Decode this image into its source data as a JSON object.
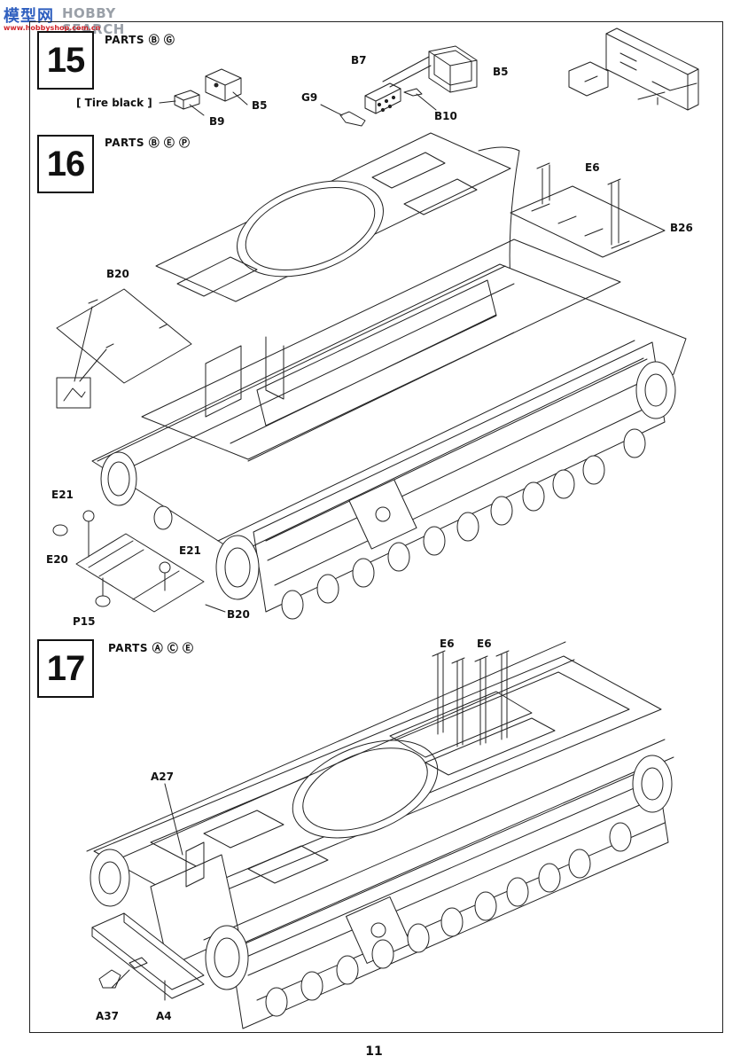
{
  "watermark": {
    "cn": "模型网",
    "en": "HOBBY SEARCH",
    "url": "www.hobbyshop.com.cn"
  },
  "steps": [
    {
      "number": "15",
      "parts_label": "PARTS Ⓑ Ⓖ"
    },
    {
      "number": "16",
      "parts_label": "PARTS Ⓑ Ⓔ Ⓟ"
    },
    {
      "number": "17",
      "parts_label": "PARTS Ⓐ Ⓒ Ⓔ"
    }
  ],
  "step15_labels": {
    "tire_black": "[ Tire black ]",
    "b5_left": "B5",
    "b9": "B9",
    "b7": "B7",
    "b5_right": "B5",
    "g9": "G9",
    "b10": "B10"
  },
  "step16_labels": {
    "b20_top": "B20",
    "e6": "E6",
    "b26": "B26",
    "e21_left": "E21",
    "e20": "E20",
    "e21_right": "E21",
    "p15": "P15",
    "b20_bottom": "B20"
  },
  "step17_labels": {
    "e6_left": "E6",
    "e6_right": "E6",
    "a27": "A27",
    "a37": "A37",
    "a4": "A4"
  },
  "page_number": "11"
}
